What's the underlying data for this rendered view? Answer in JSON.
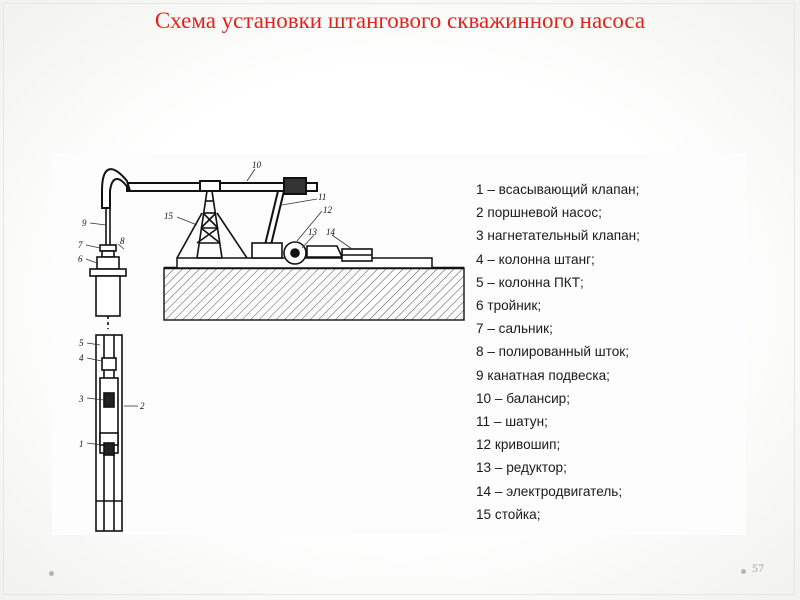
{
  "title": "Схема установки штангового скважинного насоса",
  "legend": [
    "1 – всасывающий клапан;",
    "2   поршневой насос;",
    "3   нагнетательный клапан;",
    "4 – колонна штанг;",
    "5 – колонна ПКТ;",
    "6   тройник;",
    "7 – сальник;",
    "8 – полированный шток;",
    "9   канатная подвеска;",
    "10 – балансир;",
    "11 – шатун;",
    "12   кривошип;",
    "13 – редуктор;",
    "14 – электродвигатель;",
    "15   стойка;"
  ],
  "callouts": {
    "c1": "1",
    "c2": "2",
    "c3": "3",
    "c4": "4",
    "c5": "5",
    "c6": "6",
    "c7": "7",
    "c8": "8",
    "c9": "9",
    "c10": "10",
    "c11": "11",
    "c12": "12",
    "c13": "13",
    "c14": "14",
    "c15": "15"
  },
  "page_number": "57"
}
